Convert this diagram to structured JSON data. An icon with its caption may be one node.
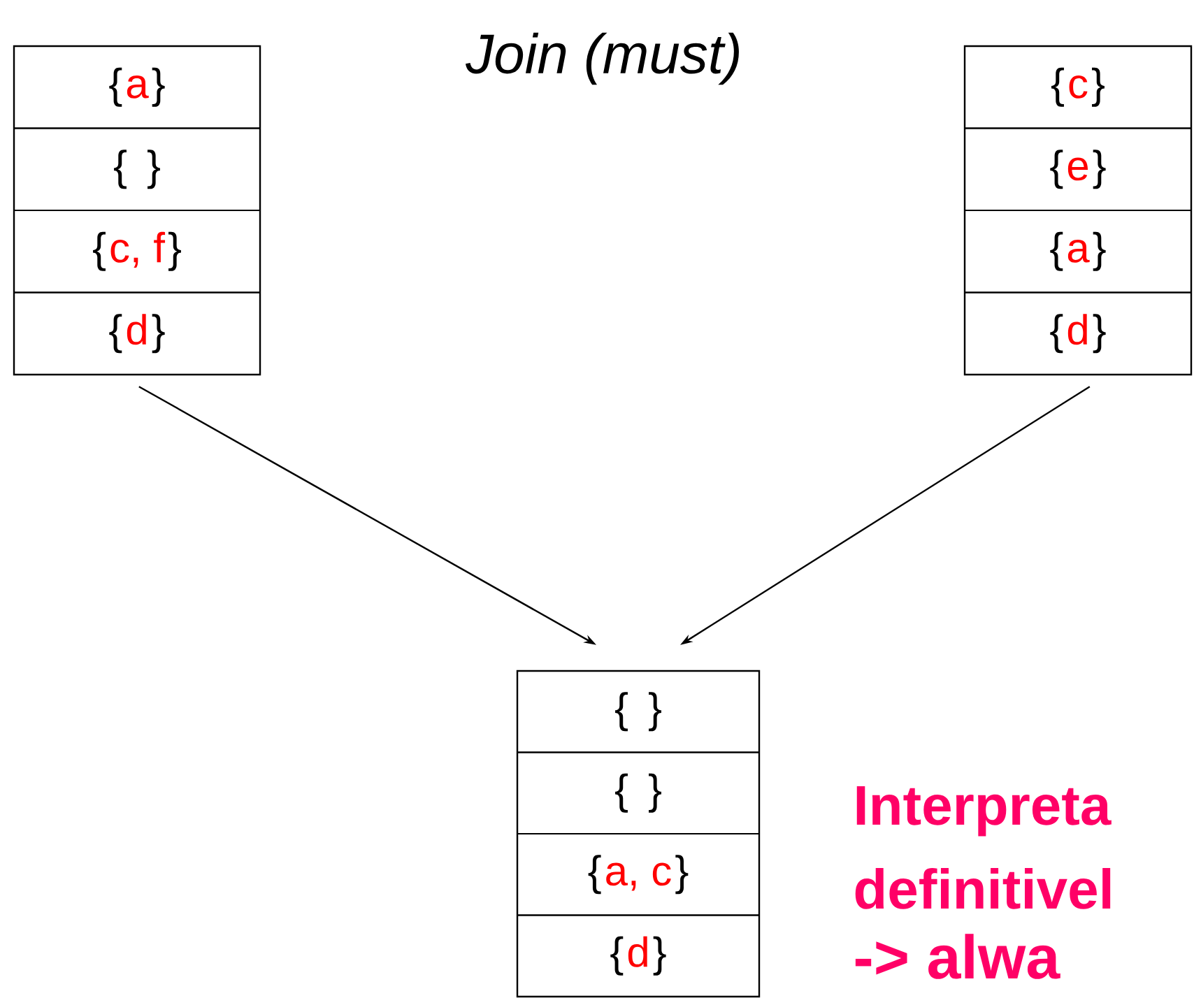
{
  "diagram": {
    "title": "Join (must)",
    "nodes": [
      {
        "text": [],
        "shape": "box"
      },
      {
        "text": [
          "{",
          "a",
          "}"
        ],
        "in": 0
      },
      {
        "text": [
          "{",
          "}"
        ],
        "in": 0
      },
      {
        "text": [
          "{",
          "c, f",
          "}"
        ],
        "in": 0
      },
      {
        "text": [
          "{",
          "d",
          "}"
        ],
        "in": 0
      },
      {
        "text": [],
        "shape": "box"
      },
      {
        "text": [
          "{",
          "c",
          "}"
        ],
        "in": 5
      },
      {
        "text": [
          "{",
          "e",
          "}"
        ],
        "in": 5
      },
      {
        "text": [
          "{",
          "a",
          "}"
        ],
        "in": 5
      },
      {
        "text": [
          "{",
          "d",
          "}"
        ],
        "in": 5
      },
      {
        "text": [],
        "shape": "box"
      },
      {
        "text": [
          "{",
          "}"
        ],
        "in": 10
      },
      {
        "text": [
          "{",
          "}"
        ],
        "in": 10
      },
      {
        "text": [
          "{",
          "a, c",
          "}"
        ],
        "in": 10
      },
      {
        "text": [
          "{",
          "d",
          "}"
        ],
        "in": 10
      }
    ],
    "edges": [
      {
        "from": 0,
        "to": 10,
        "arrow": "to"
      },
      {
        "from": 5,
        "to": 10,
        "arrow": "to"
      }
    ],
    "labels": [
      "Interpreta",
      "definitivel",
      "-> alwa"
    ]
  }
}
